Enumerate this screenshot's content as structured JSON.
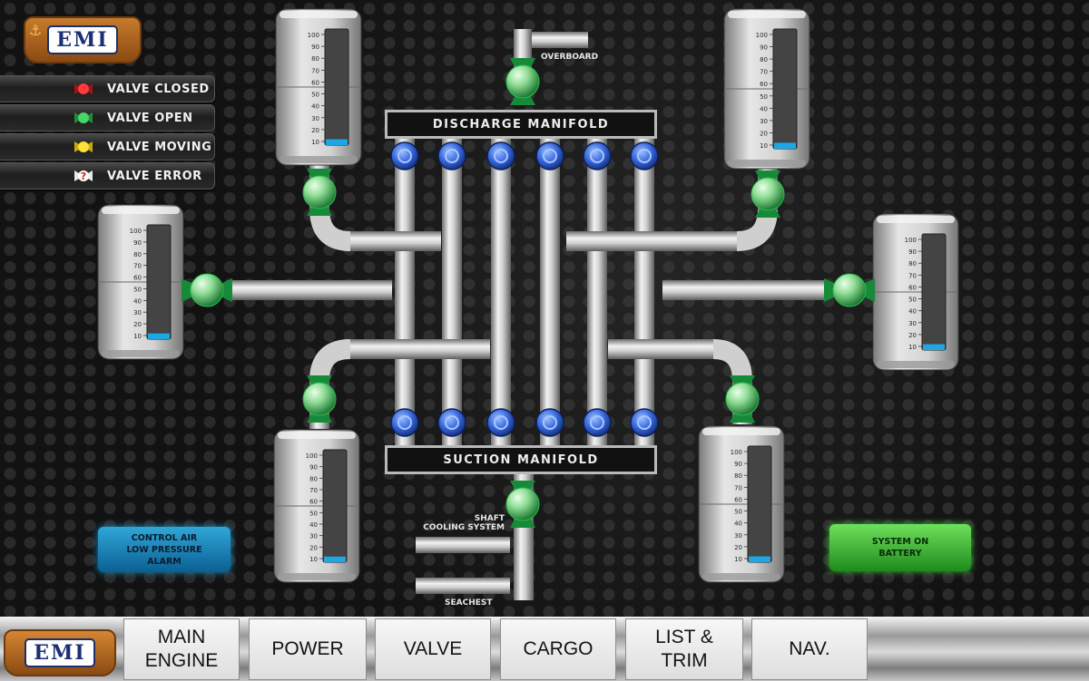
{
  "logo": {
    "text": "EMI"
  },
  "legend": [
    {
      "label": "VALVE CLOSED",
      "icon": "red-valve-icon",
      "color": "#e02020"
    },
    {
      "label": "VALVE OPEN",
      "icon": "green-valve-icon",
      "color": "#22c04a"
    },
    {
      "label": "VALVE MOVING",
      "icon": "yellow-valve-icon",
      "color": "#f3d21a"
    },
    {
      "label": "VALVE ERROR",
      "icon": "question-valve-icon",
      "color": "#d02020"
    }
  ],
  "manifolds": {
    "discharge": "DISCHARGE MANIFOLD",
    "suction": "SUCTION MANIFOLD"
  },
  "pipe_labels": {
    "overboard": "OVERBOARD",
    "shaft_cooling_line1": "SHAFT",
    "shaft_cooling_line2": "COOLING SYSTEM",
    "seachest": "SEACHEST"
  },
  "tank_scale": [
    "100",
    "90",
    "80",
    "70",
    "60",
    "50",
    "40",
    "30",
    "20",
    "10"
  ],
  "tanks": [
    {
      "id": "tank-top-left",
      "level": 0.05
    },
    {
      "id": "tank-mid-left",
      "level": 0.05
    },
    {
      "id": "tank-bottom-left",
      "level": 0.05
    },
    {
      "id": "tank-top-right",
      "level": 0.05
    },
    {
      "id": "tank-mid-right",
      "level": 0.05
    },
    {
      "id": "tank-bottom-right",
      "level": 0.05
    }
  ],
  "panels": {
    "air_alarm": {
      "line1": "CONTROL AIR",
      "line2": "LOW PRESSURE",
      "line3": "ALARM"
    },
    "battery": {
      "line1": "SYSTEM ON",
      "line2": "BATTERY"
    }
  },
  "nav": [
    {
      "line1": "MAIN",
      "line2": "ENGINE"
    },
    {
      "line1": "POWER",
      "line2": ""
    },
    {
      "line1": "VALVE",
      "line2": ""
    },
    {
      "line1": "CARGO",
      "line2": ""
    },
    {
      "line1": "LIST &",
      "line2": "TRIM"
    },
    {
      "line1": "NAV.",
      "line2": ""
    }
  ],
  "colors": {
    "valve_open": "#22c04a",
    "valve_blue": "#2f5fd6",
    "pipe": "#c9c9c9",
    "level": "#1ea7e6"
  }
}
